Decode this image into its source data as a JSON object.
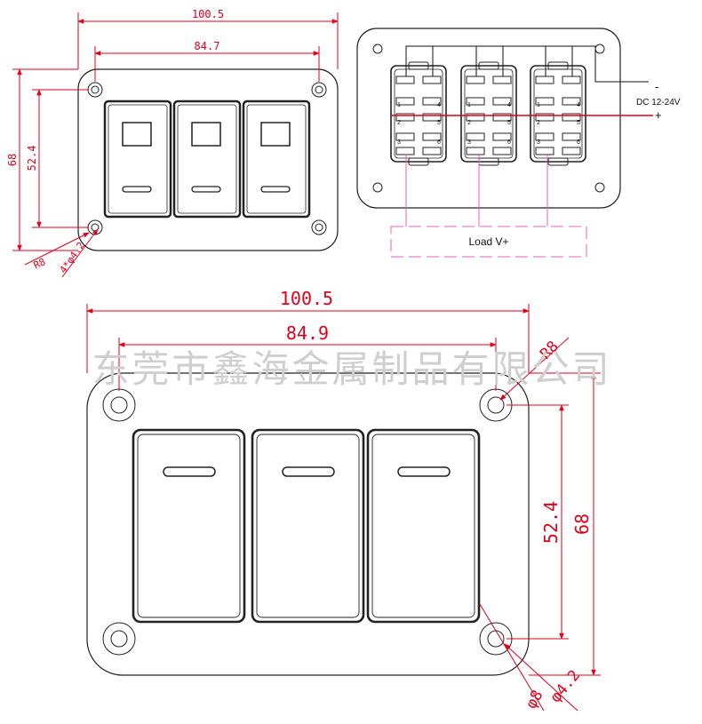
{
  "watermark": "东莞市鑫海金属制品有限公司",
  "small_view": {
    "width": "100.5",
    "hole_pitch": "84.7",
    "height": "68",
    "hole_height": "52.4",
    "corner_radius": "R8",
    "holes": "4*φ4.2"
  },
  "wiring": {
    "supply_label": "DC 12-24V",
    "minus": "-",
    "plus": "+",
    "load_label": "Load V+",
    "pin_labels": [
      "1",
      "4",
      "2",
      "5",
      "3",
      "6"
    ]
  },
  "large_view": {
    "width": "100.5",
    "hole_pitch": "84.9",
    "height": "68",
    "hole_height": "52.4",
    "corner_radius": "R8",
    "hole_outer": "φ8",
    "hole_inner": "φ4.2"
  },
  "colors": {
    "dimension": "#e0001a",
    "load_box": "#e060c0"
  }
}
